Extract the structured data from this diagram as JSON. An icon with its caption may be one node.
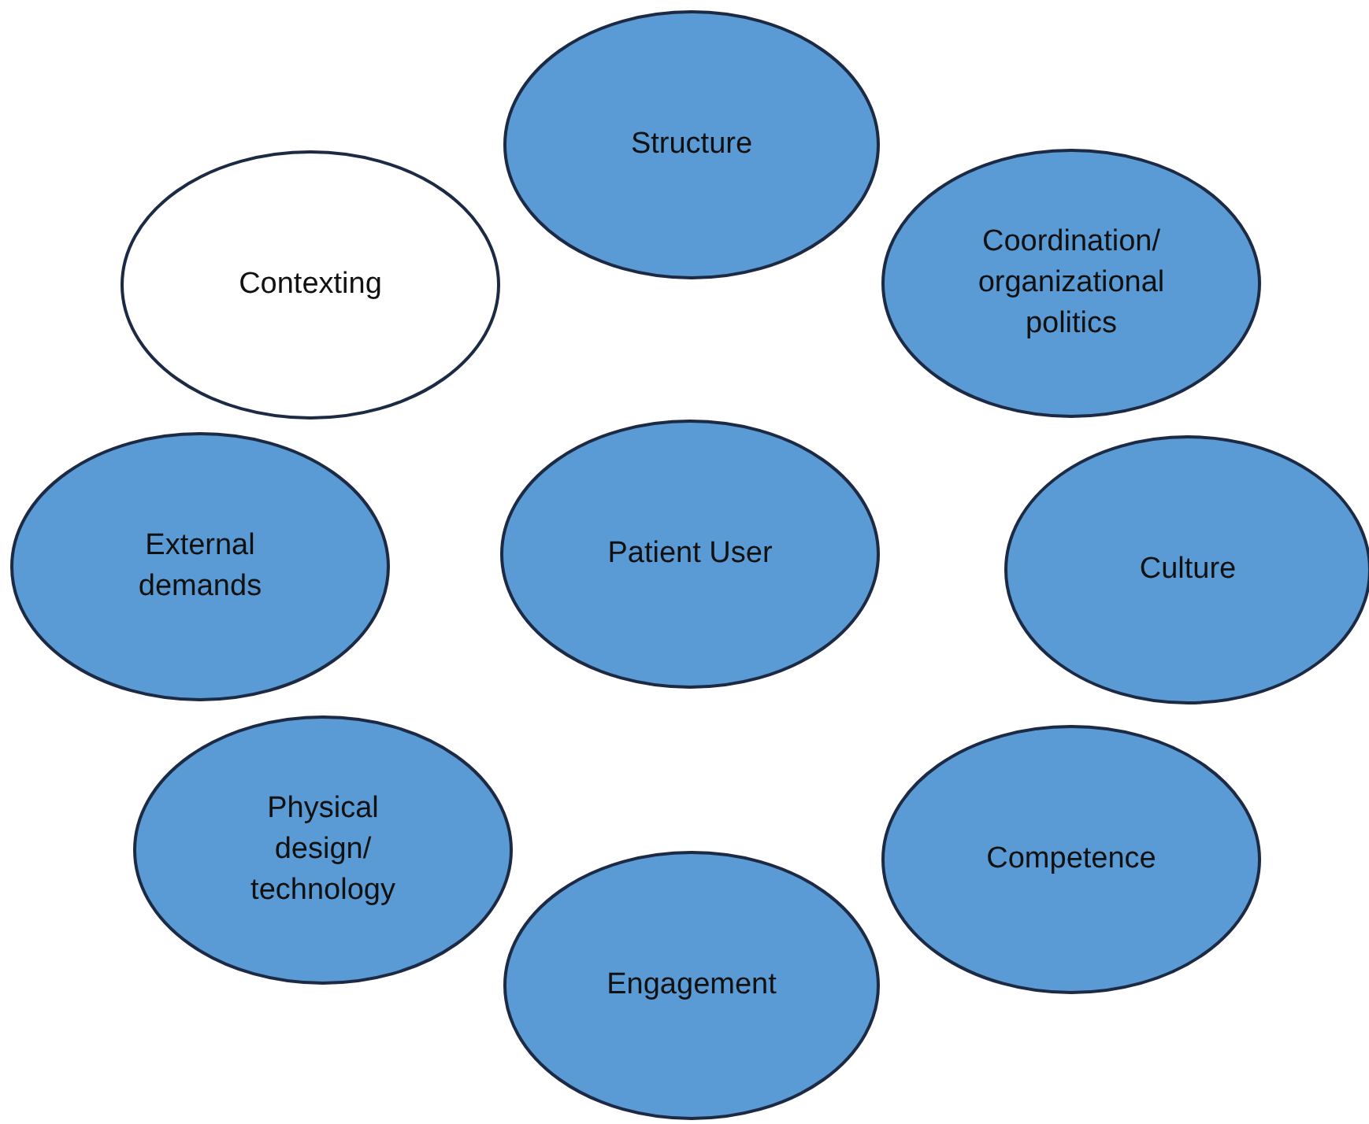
{
  "diagram": {
    "nodes": [
      {
        "text": [
          "Structure"
        ]
      },
      {
        "text": [
          "Contexting"
        ]
      },
      {
        "text": [
          "Coordination/ organizational politics"
        ]
      },
      {
        "text": [
          "External demands"
        ]
      },
      {
        "text": [
          "Patient User"
        ]
      },
      {
        "text": [
          "Culture"
        ]
      },
      {
        "text": [
          "Physical design/ technology"
        ]
      },
      {
        "text": [
          "Competence"
        ]
      },
      {
        "text": [
          "Engagement"
        ]
      }
    ]
  }
}
